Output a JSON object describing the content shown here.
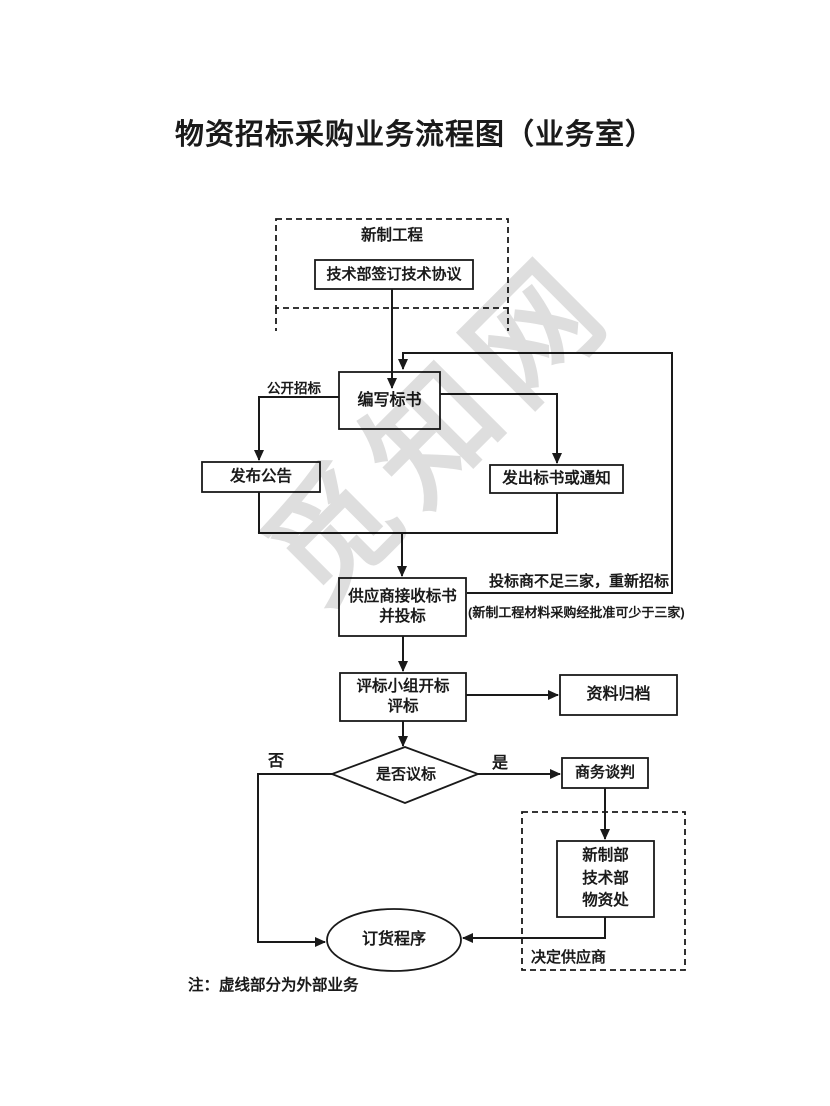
{
  "title": "物资招标采购业务流程图（业务室）",
  "watermark": "觅知网",
  "groups": {
    "external_project": "新制工程"
  },
  "nodes": {
    "tech_agreement": "技术部签订技术协议",
    "write_bid": "编写标书",
    "publish_notice": "发布公告",
    "send_bid": "发出标书或通知",
    "supplier_receive": "供应商接收标书\n并投标",
    "eval_committee": "评标小组开标\n评标",
    "archive": "资料归档",
    "negotiate_decision": "是否议标",
    "business_negotiation": "商务谈判",
    "departments": "新制部\n技术部\n物资处",
    "order_procedure": "订货程序"
  },
  "edge_labels": {
    "open_bidding": "公开招标",
    "no": "否",
    "yes": "是",
    "decide_supplier": "决定供应商",
    "rebid_note_1": "投标商不足三家，重新招标",
    "rebid_note_2": "(新制工程材料采购经批准可少于三家)"
  },
  "note": "注：虚线部分为外部业务",
  "colors": {
    "stroke": "#1a1a1a",
    "background": "#ffffff"
  }
}
